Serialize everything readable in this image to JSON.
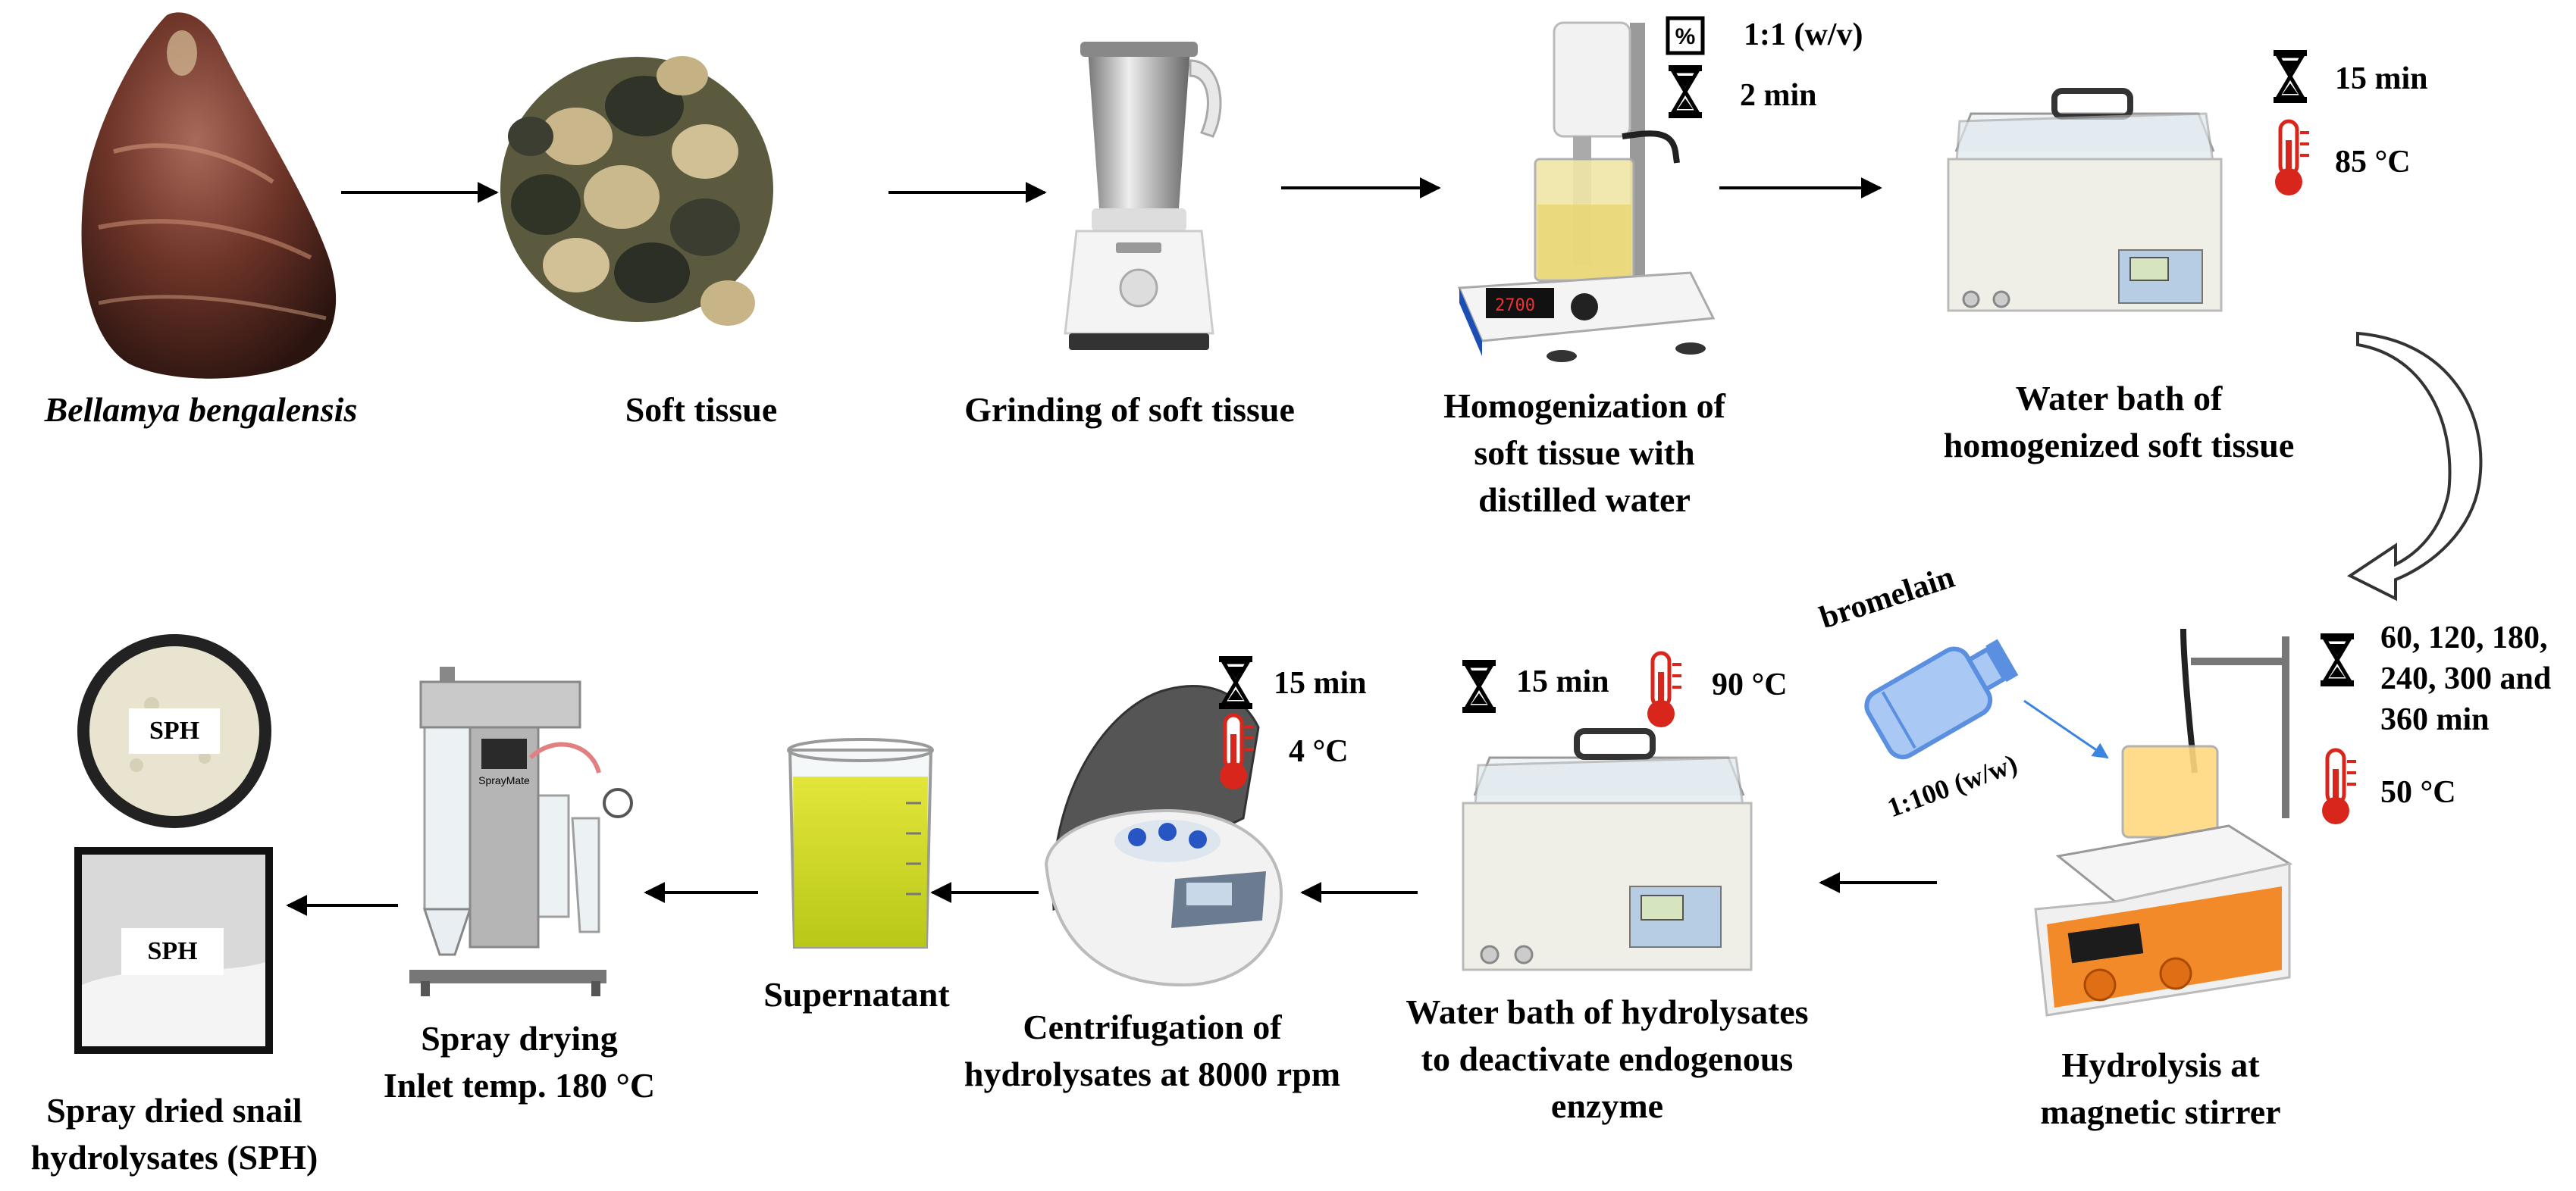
{
  "top_row": {
    "snail": {
      "label": "Bellamya bengalensis"
    },
    "soft_tissue": {
      "label": "Soft tissue"
    },
    "grinding": {
      "label": "Grinding of soft tissue"
    },
    "homogenization": {
      "label_lines": [
        "Homogenization of",
        "soft tissue with",
        "distilled water"
      ],
      "ratio": "1:1 (w/v)",
      "time": "2 min"
    },
    "water_bath_1": {
      "label_lines": [
        "Water bath of",
        "homogenized soft tissue"
      ],
      "time": "15 min",
      "temp": "85 °C"
    }
  },
  "bottom_row": {
    "hydrolysis": {
      "label_lines": [
        "Hydrolysis at",
        "magnetic stirrer"
      ],
      "enzyme": "bromelain",
      "enzyme_ratio": "1:100 (w/w)",
      "time_lines": [
        "60, 120, 180,",
        "240, 300 and",
        "360 min"
      ],
      "temp": "50 °C"
    },
    "water_bath_2": {
      "label_lines": [
        "Water bath of hydrolysates",
        "to deactivate endogenous",
        "enzyme"
      ],
      "time": "15 min",
      "temp": "90 °C"
    },
    "centrifugation": {
      "label_lines": [
        "Centrifugation of",
        "hydrolysates at 8000 rpm"
      ],
      "time": "15 min",
      "temp": "4 °C"
    },
    "supernatant": {
      "label": "Supernatant"
    },
    "spray_drying": {
      "label_lines": [
        "Spray drying",
        "Inlet temp. 180 °C"
      ],
      "device_brand": "SprayMate"
    },
    "sph": {
      "label_lines": [
        "Spray dried snail",
        "hydrolysates (SPH)"
      ],
      "tag_powder": "SPH",
      "tag_bag": "SPH"
    }
  },
  "icons": {
    "time": "hourglass-icon",
    "temperature": "thermometer-icon",
    "ratio": "percent-box-icon",
    "enzyme": "bottle-icon"
  },
  "colors": {
    "arrow": "#000000",
    "thermometer": "#d9261c",
    "bottle": "#5b8fe0",
    "bottle_arrow": "#3b84e0",
    "curved_arrow_fill": "#ffffff",
    "curved_arrow_stroke": "#333333"
  }
}
